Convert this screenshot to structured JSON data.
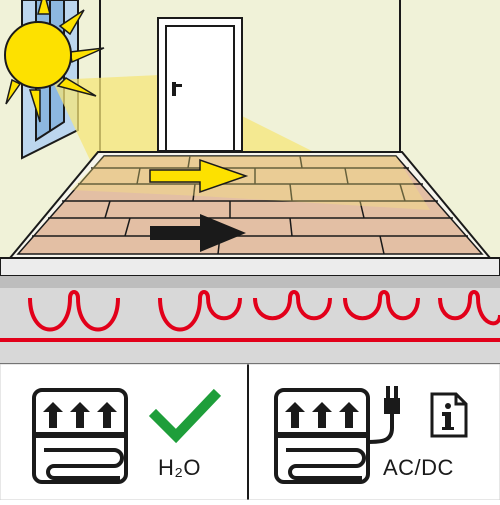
{
  "panels": {
    "left": {
      "label": "H₂O",
      "icons": [
        "floor-heating-icon",
        "checkmark-icon"
      ]
    },
    "right": {
      "label": "AC/DC",
      "icons": [
        "floor-heating-icon",
        "power-plug-icon",
        "info-document-icon"
      ]
    }
  },
  "colors": {
    "wall": "#f0f2d8",
    "floor_plank": "#e3bfa4",
    "sun": "#fde100",
    "heating_pipe": "#e2001a",
    "screed": "#d8d8d8",
    "checkmark": "#1e9e3a",
    "outline": "#1a1a1a"
  },
  "arrows": [
    "yellow-arrow-right",
    "black-arrow-right"
  ]
}
